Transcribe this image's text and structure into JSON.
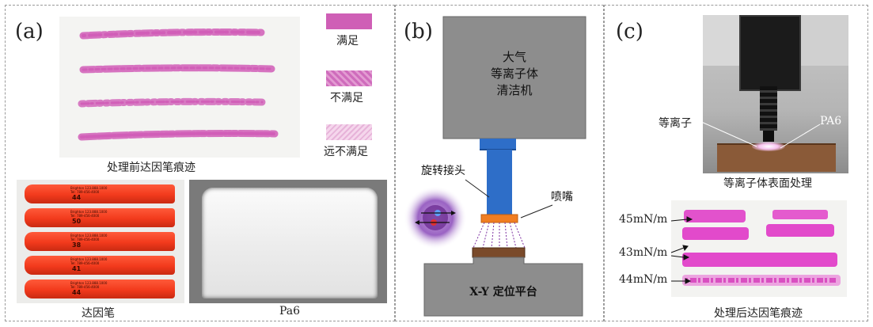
{
  "panel_a": {
    "label": "(a)",
    "before_caption": "处理前达因笔痕迹",
    "levels": [
      "满足",
      "不满足",
      "远不满足"
    ],
    "swatch_colors": [
      "#cf5fb6",
      "#d988c6",
      "#eab8dc"
    ],
    "pens_caption": "达因笔",
    "pens": [
      {
        "text": "44",
        "label_lines": [
          "Brighton 123.888.1000",
          "Tel: 789-456-4000"
        ]
      },
      {
        "text": "50",
        "label_lines": [
          "Brighton 123.888.1000",
          "Tel: 789-456-4000"
        ]
      },
      {
        "text": "38",
        "label_lines": [
          "Brighton 123.888.1000",
          "Tel: 789-456-4000"
        ]
      },
      {
        "text": "41",
        "label_lines": [
          "Brighton 123.888.1000",
          "Tel: 789-456-4000"
        ]
      },
      {
        "text": "44",
        "label_lines": [
          "Brighton 123.888.1000",
          "Tel: 789-456-4000"
        ]
      }
    ],
    "pa6_caption": "Pa6"
  },
  "panel_b": {
    "label": "(b)",
    "machine_lines": [
      "大气",
      "等离子体",
      "清洁机"
    ],
    "rotary_joint": "旋转接头",
    "nozzle": "喷嘴",
    "platform": "X-Y 定位平台",
    "colors": {
      "machine": "#8d8d8d",
      "shaft": "#2e6ec8",
      "nozzle": "#f07d22",
      "sample": "#7a4a2a",
      "plasma": "#7c2fa0"
    }
  },
  "panel_c": {
    "label": "(c)",
    "plasma_label": "等离子",
    "pa6_label": "PA6",
    "treat_caption": "等离子体表面处理",
    "levels": [
      "45mN/m",
      "43mN/m",
      "44mN/m"
    ],
    "after_caption": "处理后达因笔痕迹"
  }
}
